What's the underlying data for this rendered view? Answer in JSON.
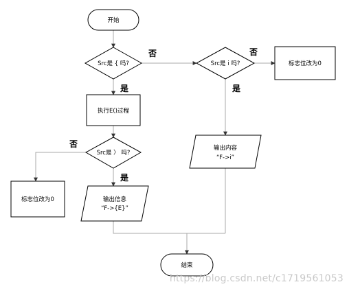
{
  "nodes": {
    "start": "开始",
    "decision1": "Src是 { 吗?",
    "decision2": "Src是 i 吗?",
    "flag1": "标志位改为0",
    "process": "执行E()过程",
    "output1_line1": "输出内容",
    "output1_line2": "“F->i”",
    "decision3": "Src是 〉 吗?",
    "flag2": "标志位改为0",
    "output2_line1": "输出信息",
    "output2_line2": "“F->{E}”",
    "end": "结束"
  },
  "edges": {
    "d1_no": "否",
    "d1_yes": "是",
    "d2_no": "否",
    "d2_yes": "是",
    "d3_no": "否",
    "d3_yes": "是"
  },
  "watermark": "https://blog.csdn.net/c1719561053",
  "colors": {
    "stroke": "#000000",
    "connector": "#a8a8a8",
    "background": "#ffffff",
    "watermark": "#c9c9c9"
  }
}
